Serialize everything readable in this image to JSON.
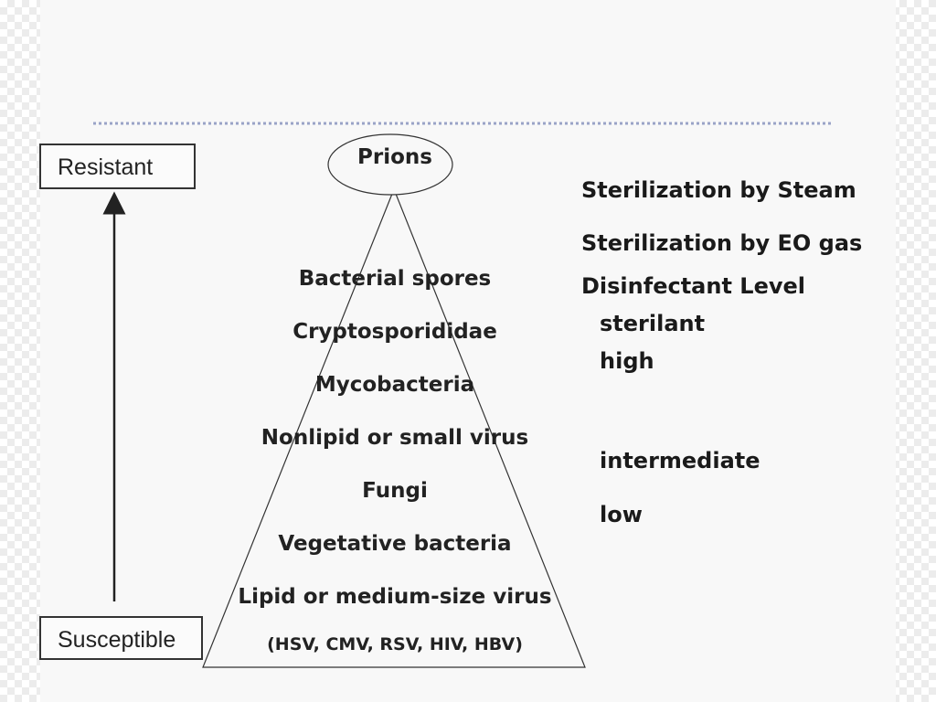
{
  "scale": {
    "top_label": "Resistant",
    "bottom_label": "Susceptible"
  },
  "pyramid": {
    "apex": "Prions",
    "levels": [
      "Bacterial spores",
      "Cryptosporididae",
      "Mycobacteria",
      "Nonlipid or small virus",
      "Fungi",
      "Vegetative bacteria",
      "Lipid or medium-size virus"
    ],
    "note": "(HSV, CMV, RSV, HIV, HBV)"
  },
  "methods": {
    "steam": "Sterilization by Steam",
    "eo_gas": "Sterilization by EO gas",
    "disinfectant_title": "Disinfectant Level",
    "levels": [
      "sterilant",
      "high",
      "intermediate",
      "low"
    ]
  }
}
